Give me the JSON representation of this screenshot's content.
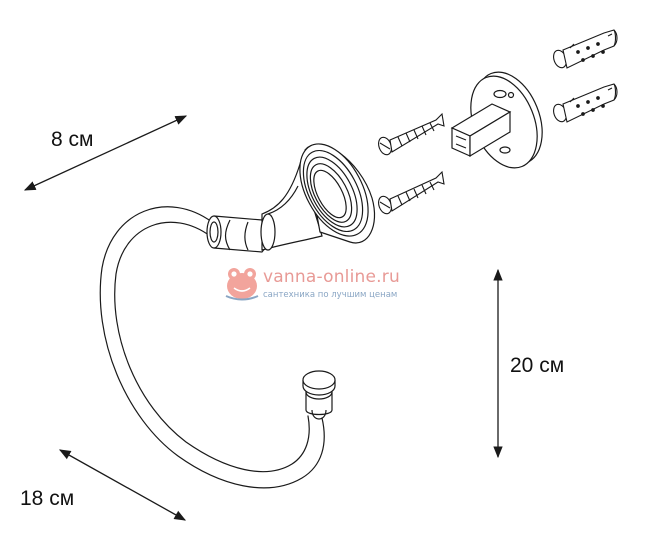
{
  "dimensions": {
    "depth": "8 см",
    "height": "20 см",
    "width": "18 см"
  },
  "watermark": {
    "site": "vanna-online.ru",
    "tagline": "сантехника по лучшим ценам"
  },
  "colors": {
    "line": "#1a1a1a",
    "watermark_text": "#e89a96",
    "watermark_icon": "#f2a49c",
    "watermark_subtext": "#8aa6c4"
  }
}
